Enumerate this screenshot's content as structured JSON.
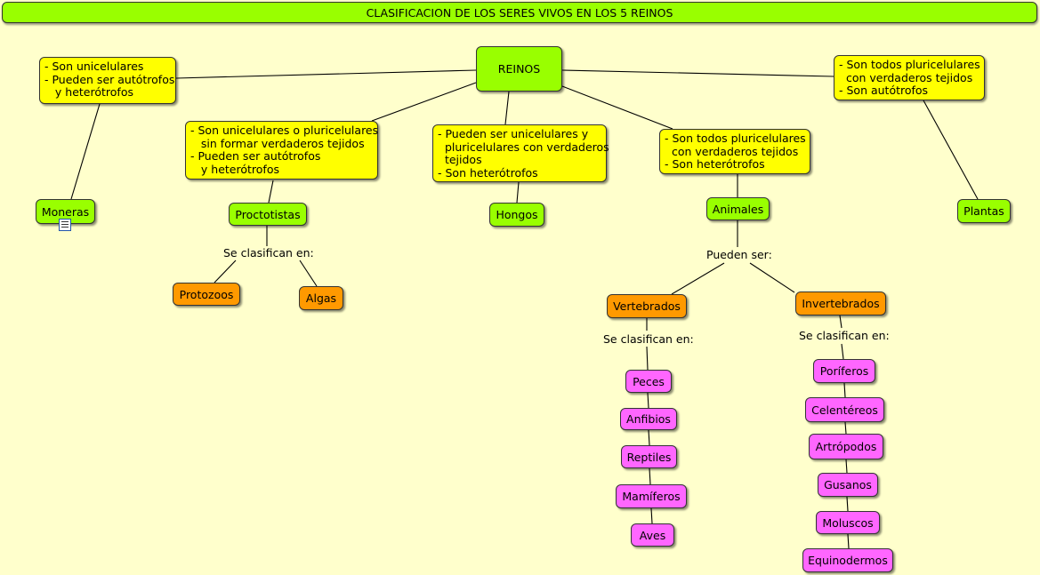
{
  "title": "CLASIFICACION DE LOS SERES VIVOS EN LOS 5 REINOS",
  "nodes": {
    "reinos": "REINOS",
    "moneras": "Moneras",
    "protoctistas": "Proctotistas",
    "hongos": "Hongos",
    "animales": "Animales",
    "plantas": "Plantas",
    "protozoos": "Protozoos",
    "algas": "Algas",
    "vertebrados": "Vertebrados",
    "invertebrados": "Invertebrados",
    "peces": "Peces",
    "anfibios": "Anfibios",
    "reptiles": "Reptiles",
    "mamiferos": "Mamíferos",
    "aves": "Aves",
    "poriferos": "Poríferos",
    "celentereos": "Celentéreos",
    "artropodos": "Artrópodos",
    "gusanos": "Gusanos",
    "moluscos": "Moluscos",
    "equinodermos": "Equinodermos"
  },
  "descriptions": {
    "moneras": "- Son unicelulares\n- Pueden ser autótrofos\n   y heterótrofos",
    "protoctistas": "- Son unicelulares o pluricelulares\n   sin formar verdaderos tejidos\n- Pueden ser autótrofos\n   y heterótrofos",
    "hongos": "- Pueden ser unicelulares y\n  pluricelulares con verdaderos\n  tejidos\n- Son heterótrofos",
    "animales": "- Son todos pluricelulares\n  con verdaderos tejidos\n- Son heterótrofos",
    "plantas": "- Son todos pluricelulares\n  con verdaderos tejidos\n- Son autótrofos"
  },
  "phrases": {
    "protoctistas_clasifican": "Se clasifican en:",
    "animales_pueden": "Pueden ser:",
    "vertebrados_clasifican": "Se clasifican en:",
    "invertebrados_clasifican": "Se clasifican en:"
  },
  "colors": {
    "background": "#ffffcc",
    "kingdom": "#99ff00",
    "description": "#ffff00",
    "subgroup": "#ff9900",
    "class": "#ff66ff"
  },
  "icons": {
    "moneras_resource": "document-icon"
  }
}
